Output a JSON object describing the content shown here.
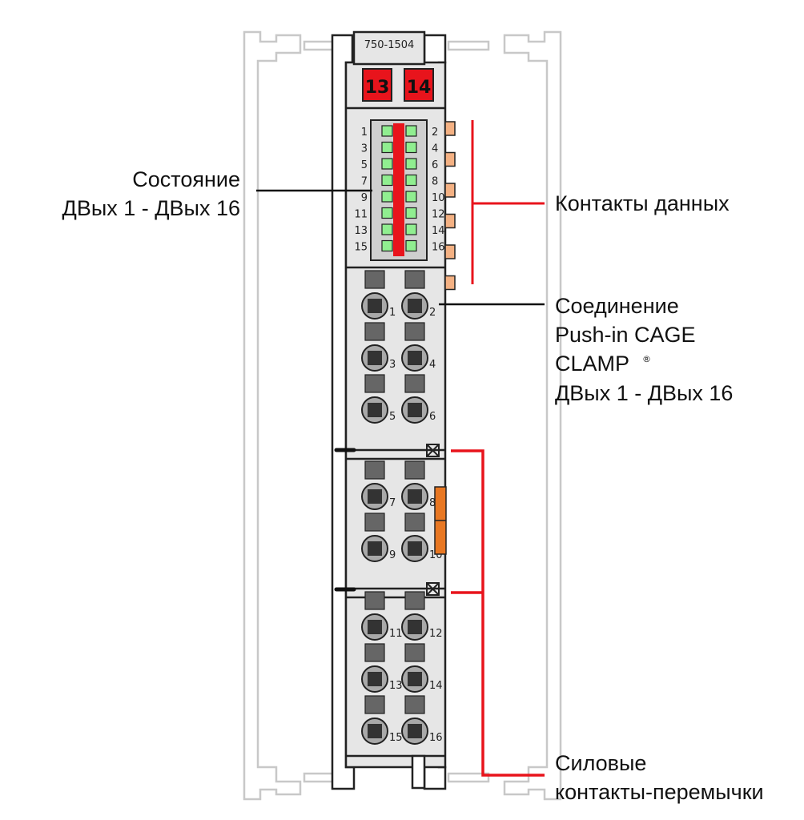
{
  "module": {
    "model": "750-1504",
    "channel_markers": [
      "13",
      "14"
    ],
    "led_numbers_left": [
      "1",
      "3",
      "5",
      "7",
      "9",
      "11",
      "13",
      "15"
    ],
    "led_numbers_right": [
      "2",
      "4",
      "6",
      "8",
      "10",
      "12",
      "14",
      "16"
    ],
    "terminal_numbers": [
      [
        "1",
        "2"
      ],
      [
        "3",
        "4"
      ],
      [
        "5",
        "6"
      ],
      [
        "7",
        "8"
      ],
      [
        "9",
        "10"
      ],
      [
        "11",
        "12"
      ],
      [
        "13",
        "14"
      ],
      [
        "15",
        "16"
      ]
    ]
  },
  "labels": {
    "status_line1": "Состояние",
    "status_line2": "ДВых 1 - ДВых 16",
    "data_contacts": "Контакты данных",
    "connection_line1": "Соединение",
    "connection_line2": "Push-in CAGE",
    "connection_line3": "CLAMP",
    "connection_reg": "®",
    "connection_line4": "ДВых 1 - ДВых 16",
    "power_line1": "Силовые",
    "power_line2": "контакты-перемычки"
  },
  "colors": {
    "led_green": "#90ee90",
    "marker_red": "#e8141c",
    "leader_red": "#e8141c",
    "jumper_orange": "#e87722",
    "data_contact_tan": "#f4b183",
    "housing_grey": "#e6e6e6",
    "rail_grey": "#c8c8c8"
  }
}
